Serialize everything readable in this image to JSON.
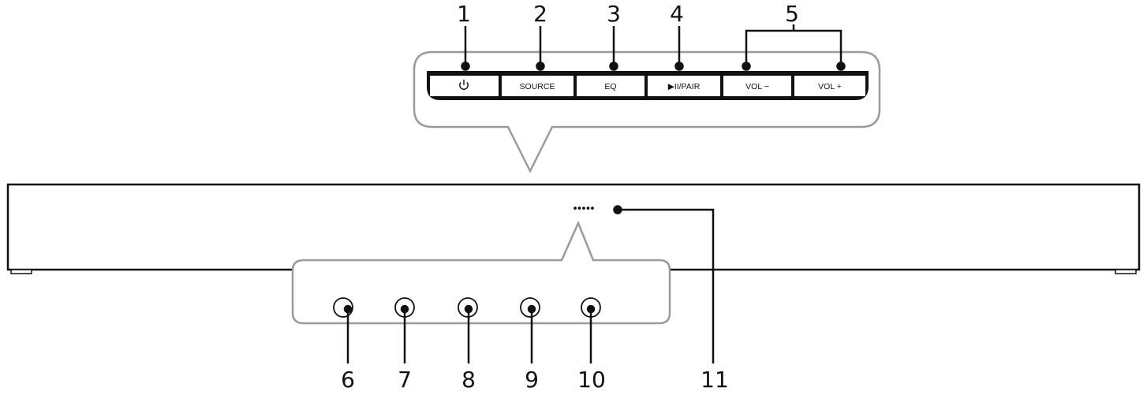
{
  "buttons": [
    {
      "label": "",
      "icon": "power-icon"
    },
    {
      "label": "SOURCE"
    },
    {
      "label": "EQ"
    },
    {
      "label": "▶II/PAIR",
      "icon": "play-pause-icon"
    },
    {
      "label": "VOL −"
    },
    {
      "label": "VOL +"
    }
  ],
  "callouts": {
    "top": [
      "1",
      "2",
      "3",
      "4",
      "5"
    ],
    "bottom": [
      "6",
      "7",
      "8",
      "9",
      "10",
      "11"
    ]
  },
  "colors": {
    "line": "#111111",
    "bubble": "#9a9a9a"
  }
}
